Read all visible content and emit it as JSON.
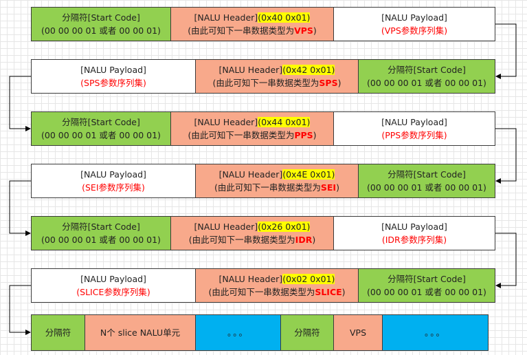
{
  "start_code": {
    "line1": "分隔符[Start Code]",
    "line2": "(00 00 00 01 或者 00 00 01)"
  },
  "nalu_header_label": "[NALU Header]",
  "nalu_payload_label": "[NALU Payload]",
  "header_desc_prefix": "(由此可知下一串数据类型为",
  "header_desc_suffix": ")",
  "payload_suffix": "参数序列集)",
  "payload_prefix": "(",
  "rows": [
    {
      "hex": "(0x40  0x01)",
      "type": "VPS"
    },
    {
      "hex": "(0x42 0x01)",
      "type": "SPS"
    },
    {
      "hex": "(0x44 0x01)",
      "type": "PPS"
    },
    {
      "hex": "(0x4E 0x01)",
      "type": "SEI"
    },
    {
      "hex": "(0x26 0x01)",
      "type": "IDR"
    },
    {
      "hex": "(0x02 0x01)",
      "type": "SLICE"
    }
  ],
  "bottom_row": {
    "separator1": "分隔符",
    "slice_units": "N个 slice NALU单元",
    "ellipsis1": "。。。",
    "separator2": "分隔符",
    "vps": "VPS",
    "ellipsis2": "。。。"
  }
}
